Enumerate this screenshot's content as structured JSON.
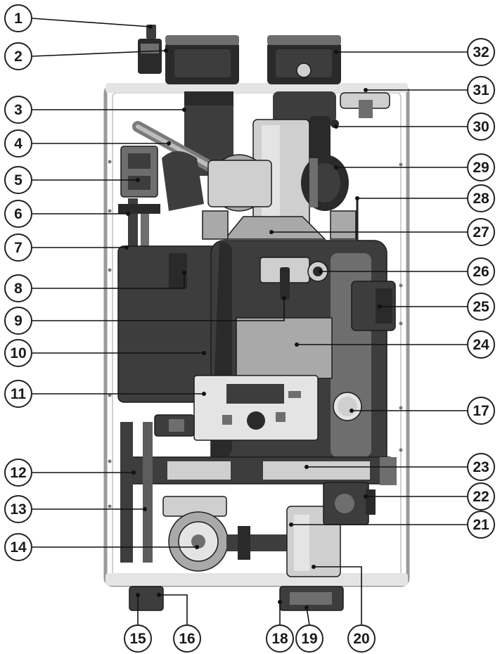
{
  "diagram": {
    "callouts_left": [
      "1",
      "2",
      "3",
      "4",
      "5",
      "6",
      "7",
      "8",
      "9",
      "10",
      "11",
      "12",
      "13",
      "14"
    ],
    "callouts_right": [
      "32",
      "31",
      "30",
      "29",
      "28",
      "27",
      "26",
      "25",
      "24",
      "17",
      "23",
      "22",
      "21"
    ],
    "callouts_bottom": [
      "15",
      "16",
      "18",
      "19",
      "20"
    ],
    "colors": {
      "stroke": "#111111",
      "body_dark": "#3d3d3d",
      "metal_light": "#cfcfcf",
      "frame": "#9a9a9a"
    }
  }
}
